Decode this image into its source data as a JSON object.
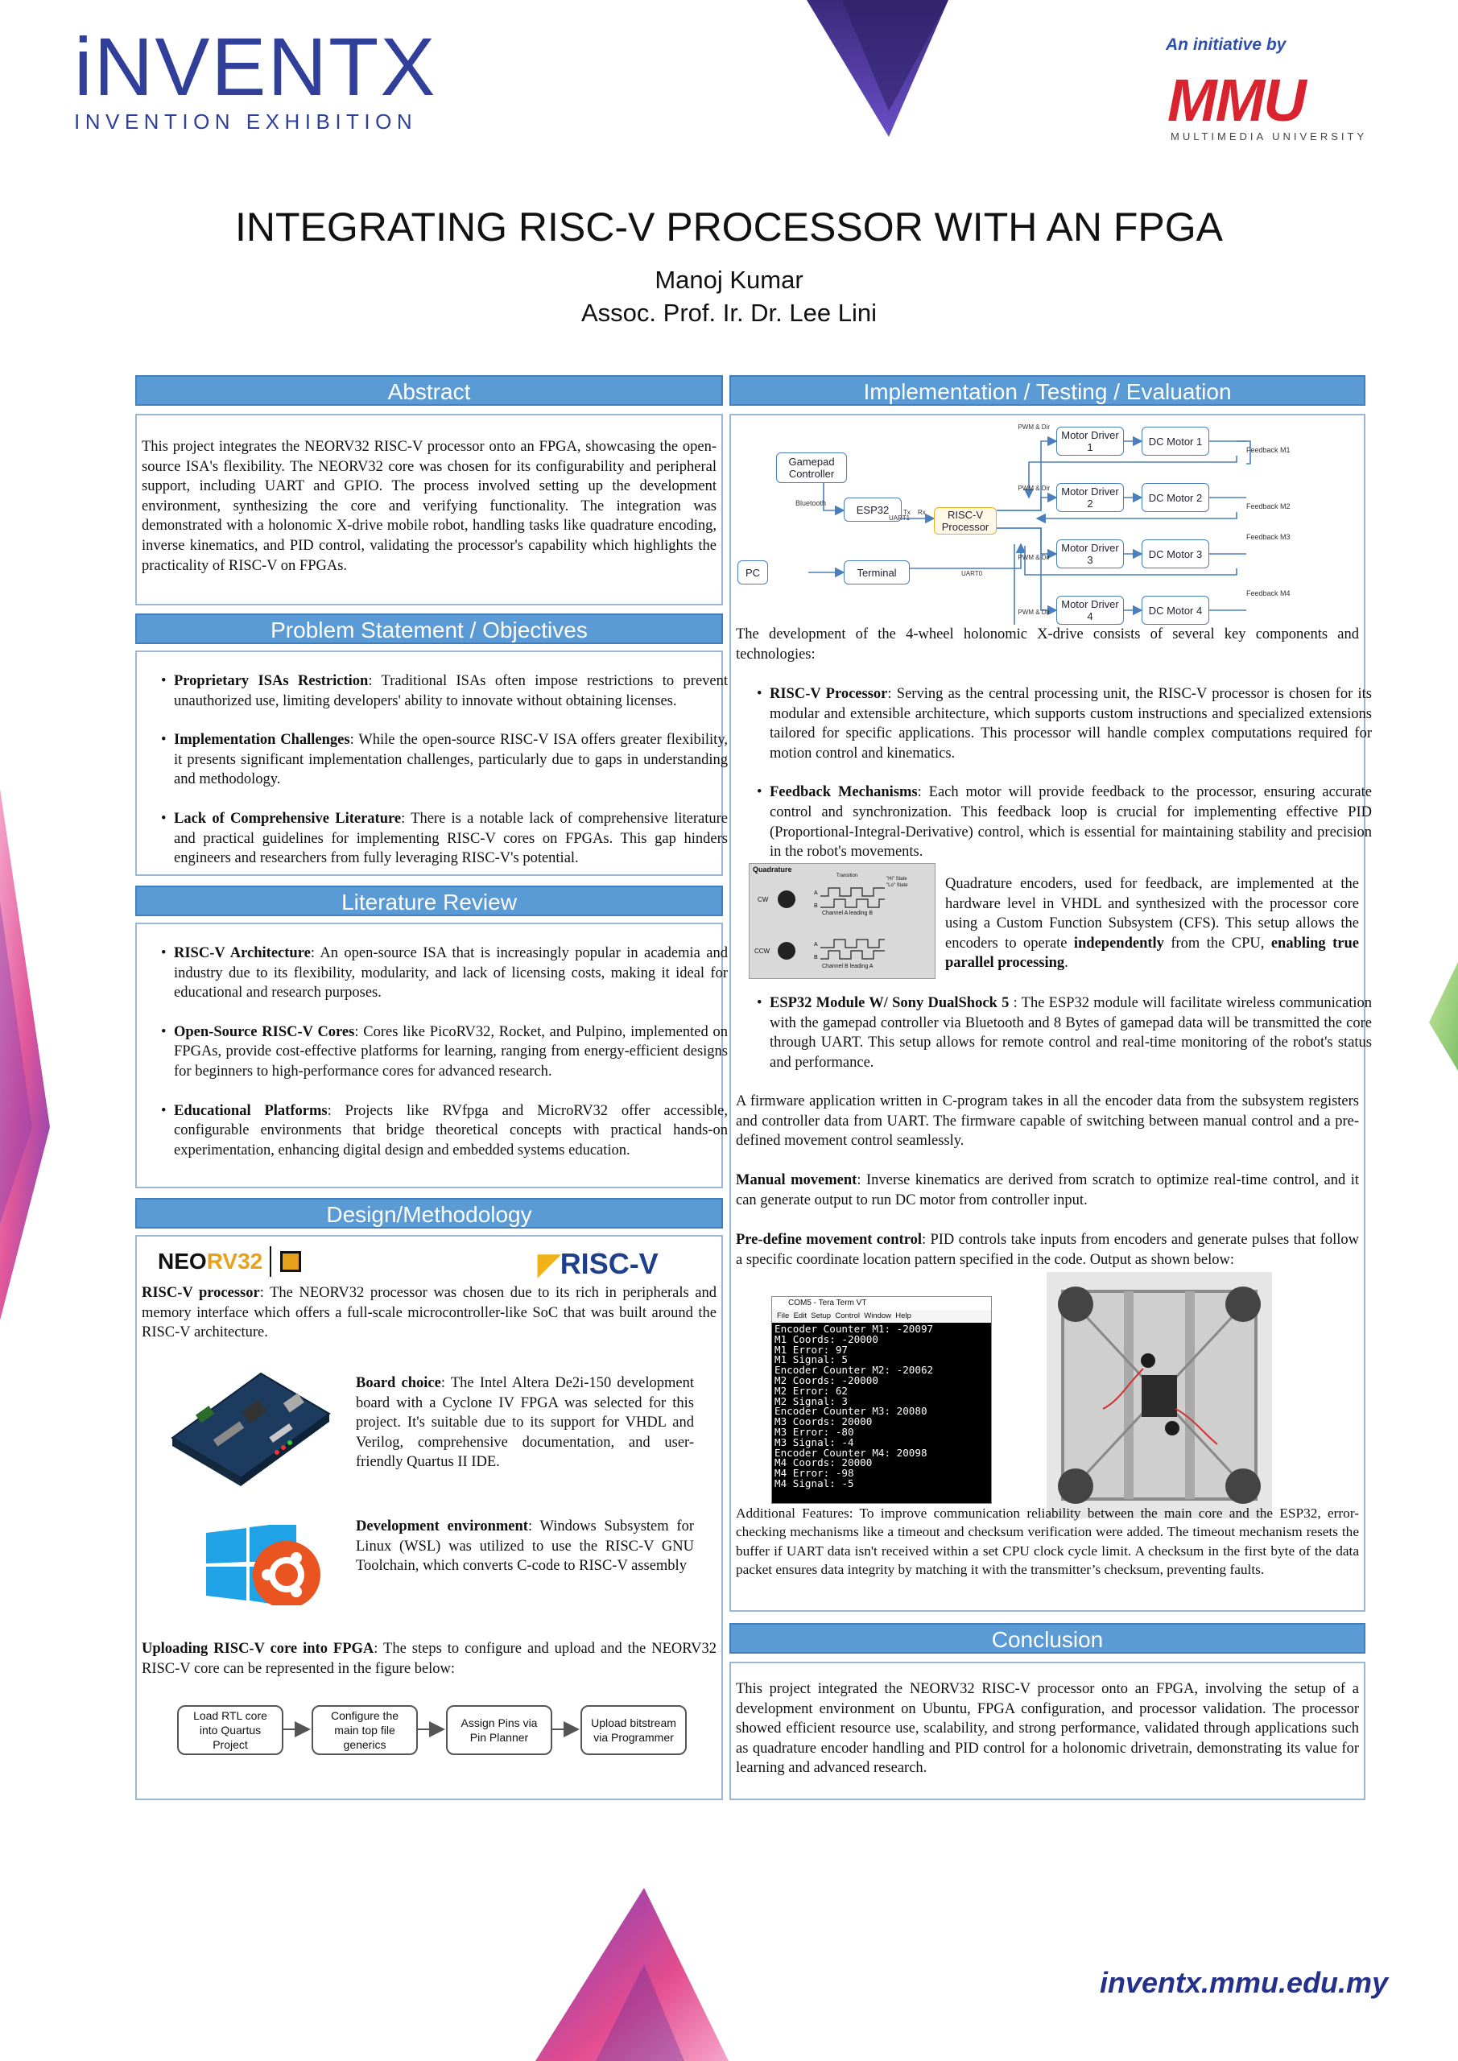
{
  "header": {
    "logo_word": "iNVENTX",
    "logo_sub": "INVENTION EXHIBITION",
    "initiative": "An initiative by",
    "mmu_logo": "MMU",
    "mmu_sub": "MULTIMEDIA UNIVERSITY",
    "title": "INTEGRATING RISC-V PROCESSOR WITH AN FPGA",
    "author1": "Manoj Kumar",
    "author2": "Assoc. Prof. Ir. Dr. Lee Lini"
  },
  "abstract": {
    "heading": "Abstract",
    "text": "This project integrates the NEORV32 RISC-V processor onto an FPGA, showcasing the open-source ISA's flexibility. The NEORV32 core was chosen for its configurability and peripheral support, including UART and GPIO. The process involved setting up the development environment, synthesizing the core and verifying functionality. The integration was demonstrated with a holonomic X-drive mobile robot, handling tasks like quadrature encoding, inverse kinematics, and PID control, validating the processor's capability which highlights the practicality of RISC-V on FPGAs."
  },
  "problem": {
    "heading": "Problem Statement / Objectives",
    "items": [
      {
        "title": "Proprietary ISAs Restriction",
        "text": ": Traditional ISAs often impose restrictions to prevent unauthorized use, limiting developers' ability to innovate without obtaining licenses."
      },
      {
        "title": "Implementation Challenges",
        "text": ": While the open-source RISC-V ISA offers greater flexibility, it presents significant implementation challenges, particularly due to gaps in understanding and methodology."
      },
      {
        "title": "Lack of Comprehensive Literature",
        "text": ": There is a notable lack of comprehensive literature and practical guidelines for implementing RISC-V cores on FPGAs. This gap hinders engineers and researchers from fully leveraging RISC-V's potential."
      }
    ]
  },
  "literature": {
    "heading": "Literature Review",
    "items": [
      {
        "title": "RISC-V Architecture",
        "text": ": An open-source ISA that is increasingly popular in academia and industry due to its flexibility, modularity, and lack of licensing costs, making it ideal for educational and research purposes."
      },
      {
        "title": "Open-Source RISC-V Cores",
        "text": ": Cores like PicoRV32, Rocket, and Pulpino, implemented on FPGAs, provide cost-effective platforms for learning, ranging from energy-efficient designs for beginners to high-performance cores for advanced research."
      },
      {
        "title": "Educational Platforms",
        "text": ": Projects like RVfpga and MicroRV32 offer accessible, configurable environments that bridge theoretical concepts with practical hands-on experimentation, enhancing digital design and embedded systems education."
      }
    ]
  },
  "design": {
    "heading": "Design/Methodology",
    "neorv_logo_a": "NEO",
    "neorv_logo_b": "RV32",
    "riscv_logo": "RISC-V",
    "riscv_title": "RISC-V processor",
    "riscv_text": ": The NEORV32 processor was chosen due to its rich in peripherals and memory interface which offers a full-scale microcontroller-like SoC that was built around the RISC-V architecture.",
    "board_title": "Board choice",
    "board_text": ": The Intel Altera De2i-150 development board with a Cyclone IV FPGA was selected for this project. It's suitable due to its support for VHDL and Verilog, comprehensive documentation, and user-friendly Quartus II IDE.",
    "dev_title": "Development environment",
    "dev_text": ": Windows Subsystem for Linux (WSL) was utilized to use the RISC-V GNU Toolchain, which converts C-code to RISC-V assembly",
    "upload_title": "Uploading RISC-V core into FPGA",
    "upload_text": ": The steps to configure and upload and the NEORV32 RISC-V core can be represented in the figure below:",
    "flow": [
      "Load RTL core into Quartus Project",
      "Configure the main top file generics",
      "Assign Pins via Pin Planner",
      "Upload bitstream via Programmer"
    ]
  },
  "impl": {
    "heading": "Implementation / Testing / Evaluation",
    "diagram": {
      "gamepad": "Gamepad Controller",
      "bluetooth": "Bluetooth",
      "esp32": "ESP32",
      "riscv": "RISC-V Processor",
      "pc": "PC",
      "terminal": "Terminal",
      "uart0": "UART0",
      "uart1": "UART1",
      "tx": "Tx",
      "rx": "Rx",
      "pwm": "PWM & Dir",
      "drivers": [
        "Motor Driver 1",
        "Motor Driver 2",
        "Motor Driver 3",
        "Motor Driver 4"
      ],
      "motors": [
        "DC Motor 1",
        "DC Motor 2",
        "DC Motor 3",
        "DC Motor 4"
      ],
      "feedback": [
        "Feedback M1",
        "Feedback M2",
        "Feedback M3",
        "Feedback M4"
      ]
    },
    "intro": "The development of the 4-wheel holonomic X-drive consists of several key components and technologies:",
    "risc_title": "RISC-V Processor",
    "risc_text": ": Serving as the central processing unit, the RISC-V processor is chosen for its modular and extensible architecture, which supports custom instructions and specialized extensions tailored for specific applications. This processor will handle complex computations required for motion control and kinematics.",
    "fb_title": "Feedback Mechanisms",
    "fb_text": ": Each motor will provide feedback to the processor, ensuring accurate control and synchronization. This feedback loop is crucial for implementing effective PID (Proportional-Integral-Derivative) control, which is essential for maintaining stability and precision in the robot's movements.",
    "quad_fig": {
      "title": "Quadrature",
      "cw": "CW",
      "ccw": "CCW",
      "a": "A",
      "b": "B",
      "transition": "Transition",
      "hi": "\"Hi\" State",
      "lo": "\"Lo\" State",
      "chA": "Channel A leading B",
      "chB": "Channel B leading A"
    },
    "quad_text": "Quadrature encoders, used for feedback, are implemented at the hardware level in VHDL and synthesized with the processor core using a Custom Function Subsystem (CFS). This setup allows the encoders to operate ",
    "quad_b1": "independently",
    "quad_mid": " from the CPU, ",
    "quad_b2": "enabling true parallel processing",
    "quad_end": ".",
    "esp_title": "ESP32 Module W/ Sony DualShock 5",
    "esp_text": " : The ESP32 module will facilitate wireless communication with the gamepad controller via Bluetooth and 8 Bytes of gamepad data will be transmitted the core through UART. This setup allows for remote control and real-time monitoring of the robot's status and performance.",
    "firmware": "A firmware application written in C-program takes in all the encoder data from the subsystem registers and controller data from UART. The firmware capable of switching between manual control and a pre-defined movement control seamlessly.",
    "manual_title": "Manual movement",
    "manual_text": ": Inverse kinematics are derived from scratch to optimize real-time control, and it can generate output to run DC motor from controller input.",
    "predef_title": "Pre-define movement control",
    "predef_text": ": PID controls take inputs from encoders and generate pulses that follow a specific coordinate location pattern specified in the code. Output as shown below:",
    "terminal": {
      "title": "COM5 - Tera Term VT",
      "menu": "File  Edit  Setup  Control  Window  Help",
      "lines": [
        "Encoder Counter M1: -20097",
        "M1 Coords: -20000",
        "M1 Error: 97",
        "M1 Signal: 5",
        "Encoder Counter M2: -20062",
        "M2 Coords: -20000",
        "M2 Error: 62",
        "M2 Signal: 3",
        "Encoder Counter M3: 20080",
        "M3 Coords: 20000",
        "M3 Error: -80",
        "M3 Signal: -4",
        "Encoder Counter M4: 20098",
        "M4 Coords: 20000",
        "M4 Error: -98",
        "M4 Signal: -5"
      ]
    },
    "additional": "Additional Features: To improve communication reliability between the main core and the ESP32, error-checking mechanisms like a timeout and checksum verification were added. The timeout mechanism resets the buffer if UART data isn't received within a set CPU clock cycle limit. A checksum in the first byte of the data packet ensures data integrity by matching it with the transmitter’s checksum, preventing faults."
  },
  "conclusion": {
    "heading": "Conclusion",
    "text": "This project integrated the NEORV32 RISC-V processor onto an FPGA, involving the setup of a development environment on Ubuntu, FPGA configuration, and processor validation. The processor showed efficient resource use, scalability, and strong performance, validated through applications such as quadrature encoder handling and PID control for a holonomic drivetrain, demonstrating its value for learning and advanced research."
  },
  "footer": {
    "url": "inventx.mmu.edu.my"
  }
}
